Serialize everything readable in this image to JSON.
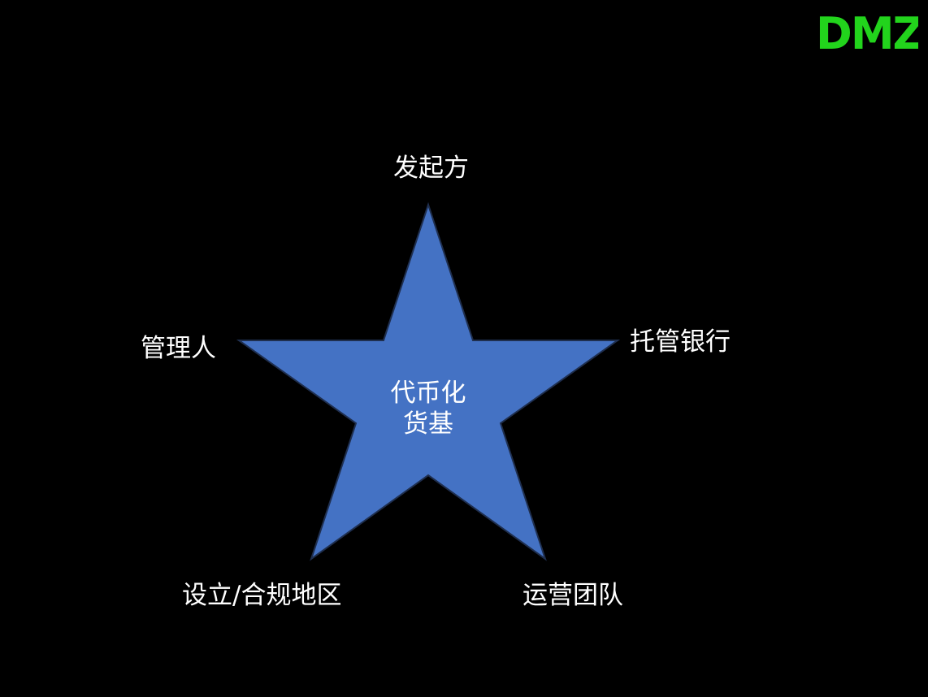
{
  "logo": {
    "text": "DMZ",
    "color": "#22d41c"
  },
  "star": {
    "fill": "#4472c4",
    "stroke": "#1f2f4f"
  },
  "center": {
    "line1": "代币化",
    "line2": "货基"
  },
  "labels": {
    "top": "发起方",
    "left": "管理人",
    "right": "托管银行",
    "bottom_left": "设立/合规地区",
    "bottom_right": "运营团队"
  }
}
